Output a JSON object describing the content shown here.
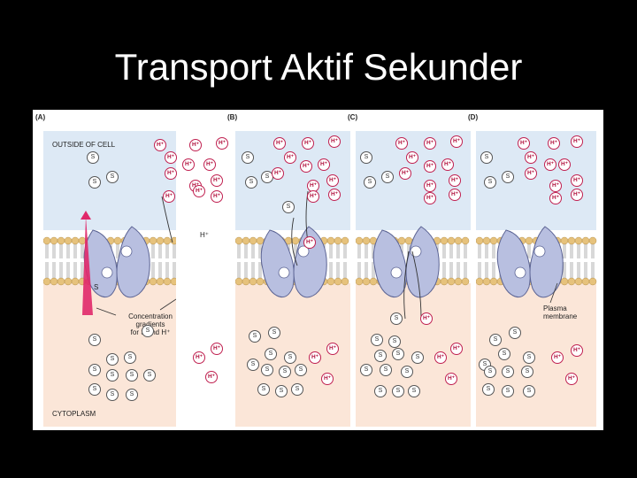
{
  "title": "Transport Aktif Sekunder",
  "panels": [
    {
      "label": "(A)",
      "top_label": "OUTSIDE OF CELL",
      "bottom_label": "CYTOPLASM"
    },
    {
      "label": "(B)"
    },
    {
      "label": "(C)"
    },
    {
      "label": "(D)"
    }
  ],
  "labels": {
    "s_symbol": "S",
    "h_symbol": "H⁺",
    "gradient_caption": [
      "Concentration",
      "gradients",
      "for S and H⁺"
    ],
    "membrane_caption": [
      "Plasma",
      "membrane"
    ]
  },
  "colors": {
    "outside": "#dde9f5",
    "cytoplasm": "#fbe6d8",
    "lipid_head": "#e6c27c",
    "protein": "#b8bfe0",
    "gradient": "#e0286a"
  }
}
